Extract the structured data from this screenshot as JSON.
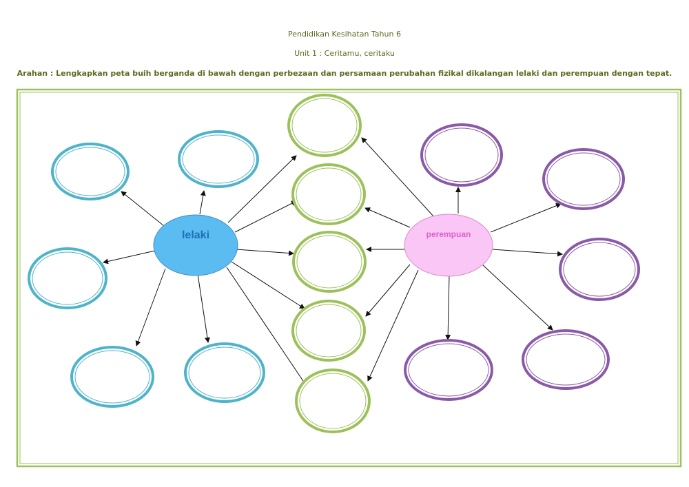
{
  "header": {
    "title": "Pendidikan Kesihatan Tahun 6",
    "subtitle": "Unit 1 : Ceritamu, ceritaku",
    "instruction": "Arahan :  Lengkapkan peta buih berganda di bawah dengan perbezaan dan persamaan perubahan fizikal dikalangan lelaki dan perempuan dengan tepat."
  },
  "map": {
    "left_center_label": "lelaki",
    "right_center_label": "perempuan",
    "colors": {
      "frame": "#9dc15a",
      "blue_bubble": "#4fb3c9",
      "green_bubble": "#9dc15a",
      "purple_bubble": "#8a5aa8",
      "lelaki_fill": "#5bbcf2",
      "lelaki_text": "#1f6fb5",
      "perempuan_fill": "#f9c6f5",
      "perempuan_text": "#e35fc9"
    }
  }
}
